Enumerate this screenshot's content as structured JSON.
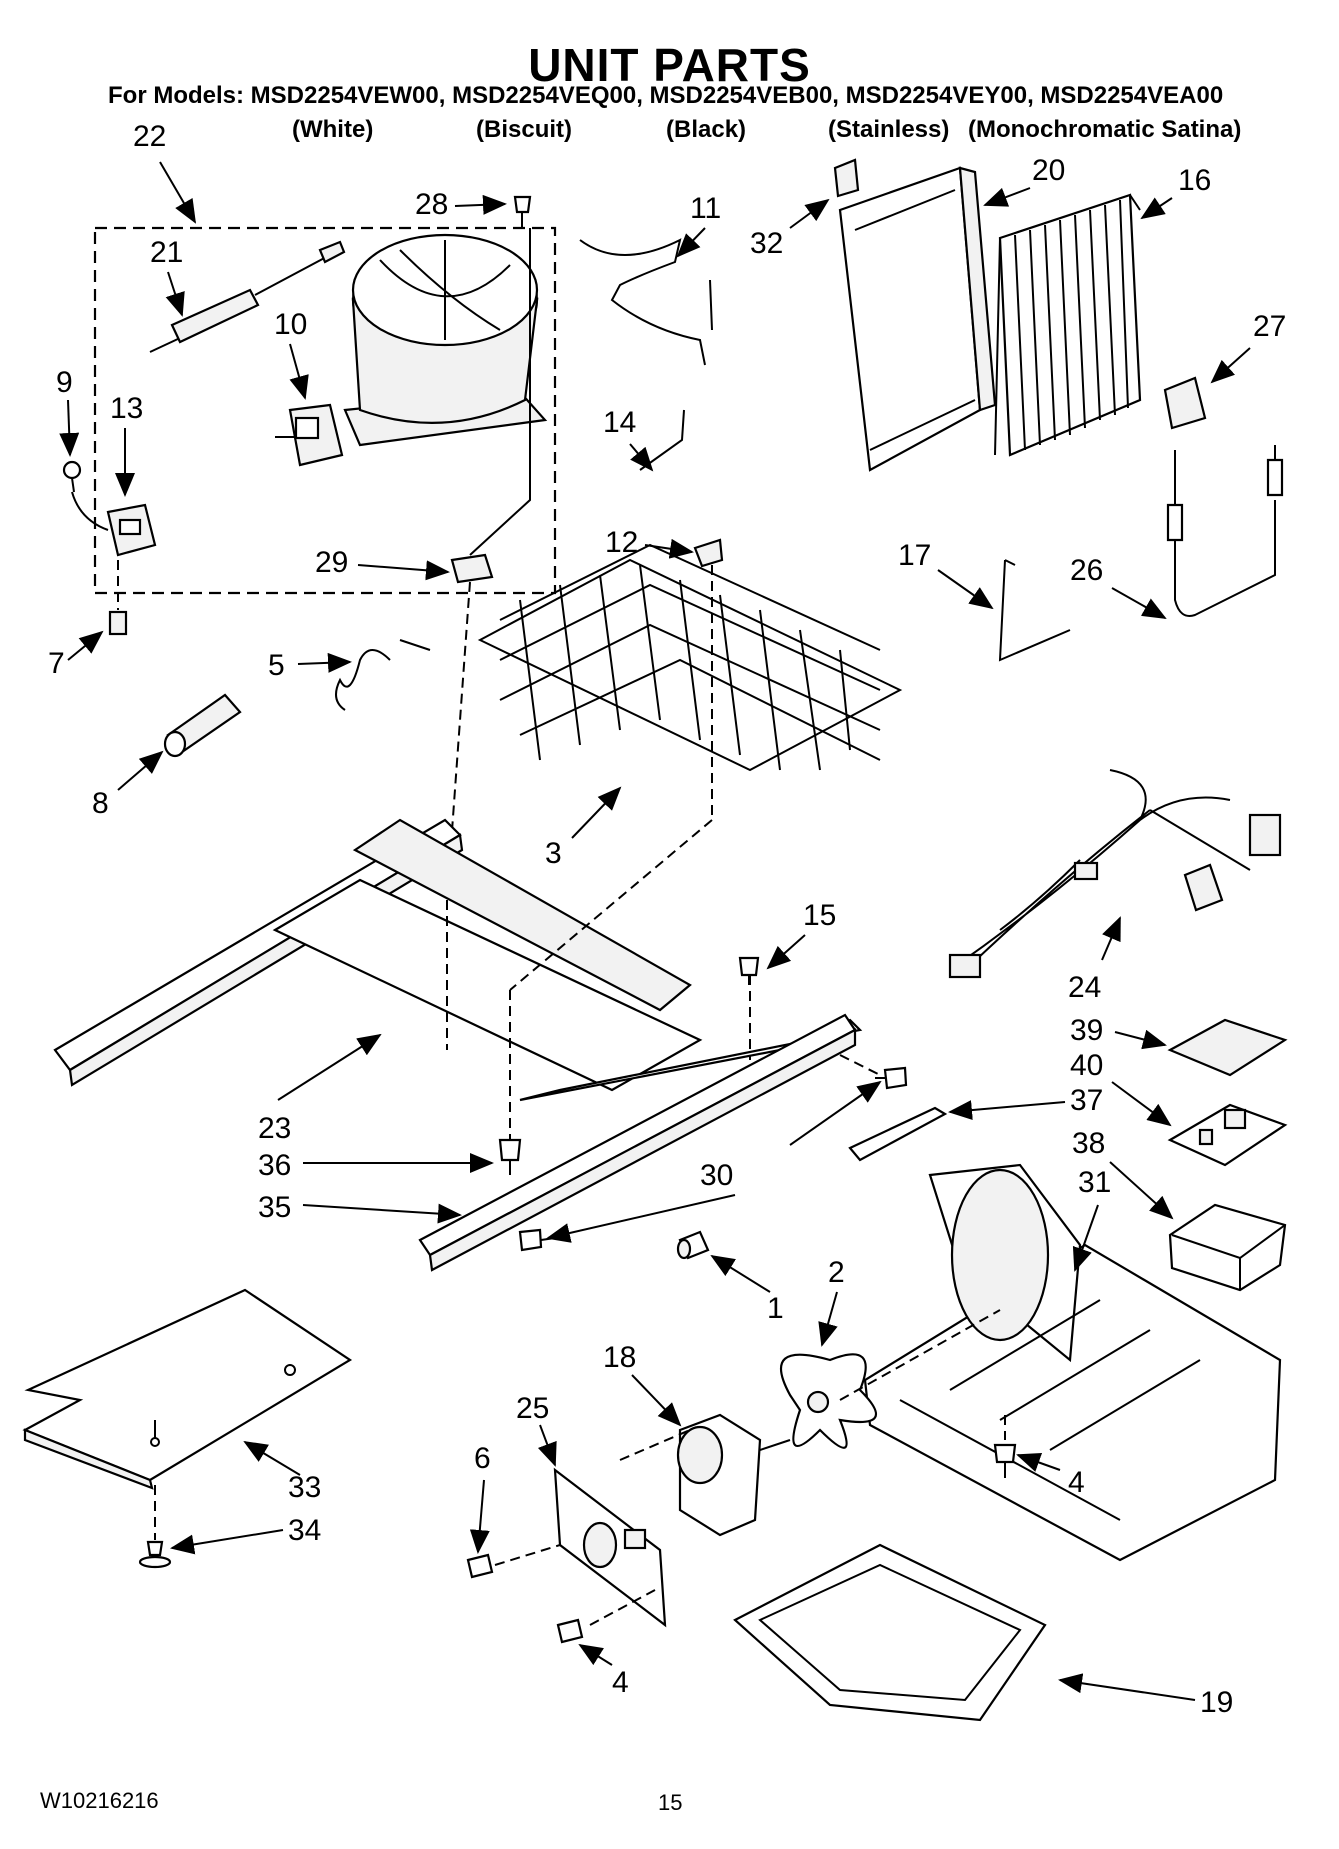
{
  "page": {
    "title": "UNIT PARTS",
    "models_line": "For Models: MSD2254VEW00, MSD2254VEQ00, MSD2254VEB00, MSD2254VEY00, MSD2254VEA00",
    "colors": [
      "(White)",
      "(Biscuit)",
      "(Black)",
      "(Stainless)",
      "(Monochromatic Satina)"
    ],
    "doc_number": "W10216216",
    "page_number": "15"
  },
  "callouts": {
    "c1": "1",
    "c2": "2",
    "c3": "3",
    "c4a": "4",
    "c4b": "4",
    "c5": "5",
    "c6": "6",
    "c7": "7",
    "c8": "8",
    "c9": "9",
    "c10": "10",
    "c11": "11",
    "c12": "12",
    "c13": "13",
    "c14": "14",
    "c15": "15",
    "c16": "16",
    "c17": "17",
    "c18": "18",
    "c19": "19",
    "c20": "20",
    "c21": "21",
    "c22": "22",
    "c23": "23",
    "c24": "24",
    "c25": "25",
    "c26": "26",
    "c27": "27",
    "c28": "28",
    "c29": "29",
    "c30": "30",
    "c31": "31",
    "c32": "32",
    "c33": "33",
    "c34": "34",
    "c35": "35",
    "c36": "36",
    "c37": "37",
    "c38": "38",
    "c39": "39",
    "c40": "40"
  }
}
